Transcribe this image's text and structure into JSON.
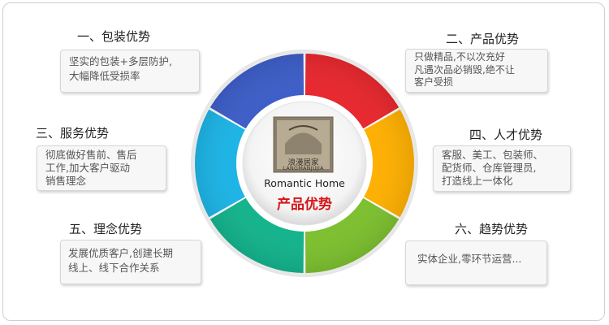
{
  "center": {
    "logo_cn": "浪漫居家",
    "logo_en": "LANGMANJUJIA",
    "brand_en": "Romantic Home",
    "brand_cn": "产品优势"
  },
  "items": [
    {
      "title": "一、包装优势",
      "lines": [
        "坚实的包装+多层防护,",
        "大幅降低受损率"
      ]
    },
    {
      "title": "二、产品优势",
      "lines": [
        "只做精品,不以次充好",
        "凡遇次品必销毁,绝不让",
        "客户受损"
      ]
    },
    {
      "title": "三、服务优势",
      "lines": [
        "彻底做好售前、售后",
        "工作,加大客户驱动",
        "销售理念"
      ]
    },
    {
      "title": "四、人才优势",
      "lines": [
        "客服、美工、包装师、",
        "配货师、仓库管理员,",
        "打造线上一体化"
      ]
    },
    {
      "title": "五、理念优势",
      "lines": [
        "发展优质客户,创建长期",
        "线上、线下合作关系"
      ]
    },
    {
      "title": "六、趋势优势",
      "lines": [
        "实体企业,零环节运营..."
      ]
    }
  ],
  "colors": {
    "ring": [
      "#e8262d",
      "#ffb000",
      "#7cc02e",
      "#12b38c",
      "#1bb4e6",
      "#3c5dc8"
    ],
    "accent": "#d61518"
  }
}
